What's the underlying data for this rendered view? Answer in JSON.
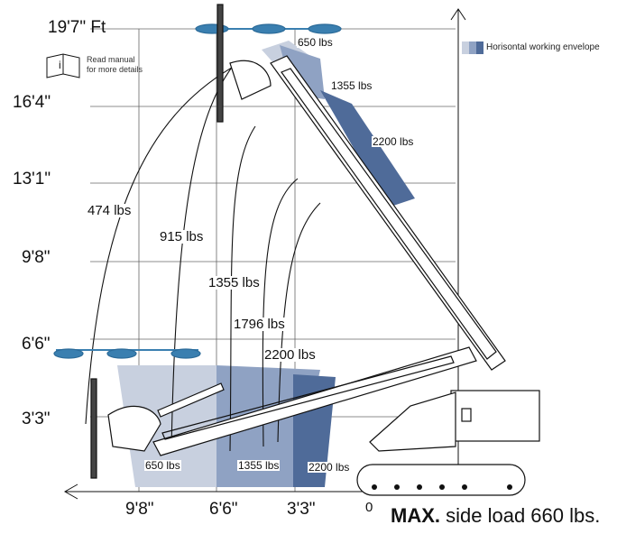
{
  "y_labels": [
    "19'7\" Ft",
    "16'4\"",
    "13'1\"",
    "9'8\"",
    "6'6\"",
    "3'3\""
  ],
  "x_labels": [
    "9'8\"",
    "6'6\"",
    "3'3\"",
    "0"
  ],
  "legend": {
    "label": "Horisontal working envelope",
    "color": "#6f89b3"
  },
  "manual_note": {
    "line1": "Read manual",
    "line2": "for more details",
    "icon_letter": "i"
  },
  "envelope_curves": [
    "474 lbs",
    "915 lbs",
    "1355 lbs",
    "1796 lbs",
    "2200 lbs"
  ],
  "upper_loads": [
    "650 lbs",
    "1355 lbs",
    "2200 lbs"
  ],
  "lower_loads": [
    "650 lbs",
    "1355 lbs",
    "2200 lbs"
  ],
  "max_side_load": {
    "prefix": "MAX.",
    "text": "side load 660 lbs."
  },
  "colors": {
    "boom_light": "#c8d0df",
    "boom_mid": "#8fa2c3",
    "boom_dark": "#4f6b99",
    "cup": "#3a7fb0"
  }
}
